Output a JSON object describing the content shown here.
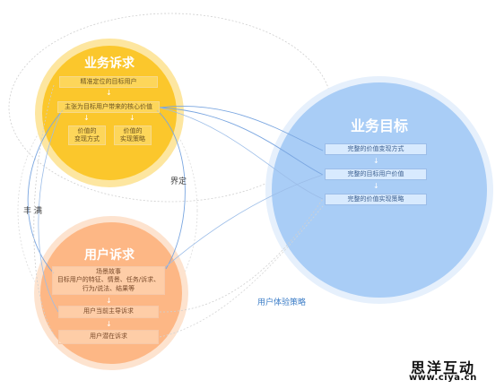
{
  "business_demand": {
    "title": "业务诉求",
    "items": [
      "精准定位的目标用户",
      "主张为目标用户带来的核心价值",
      "价值的变现方式",
      "价值的实现策略"
    ]
  },
  "business_goal": {
    "title": "业务目标",
    "items": [
      "完整的价值变现方式",
      "完整的目标用户价值",
      "完整的价值实现策略"
    ]
  },
  "user_demand": {
    "title": "用户诉求",
    "scene_title": "场景故事",
    "scene_detail_1": "目标用户的特征、情景、任务/诉求、",
    "scene_detail_2": "行为/说法、结果等",
    "items": [
      "用户当前主导诉求",
      "用户潜在诉求"
    ]
  },
  "labels": {
    "define": "界定",
    "enrich": "丰满",
    "ux_strategy": "用户体验策略"
  },
  "watermark": {
    "brand": "思洋互动",
    "site": "www.ciya.cn"
  },
  "colors": {
    "yellow": "#fbc72c",
    "orange": "#fdb785",
    "blue": "#a9cdf6",
    "link": "#7aa6e0"
  }
}
